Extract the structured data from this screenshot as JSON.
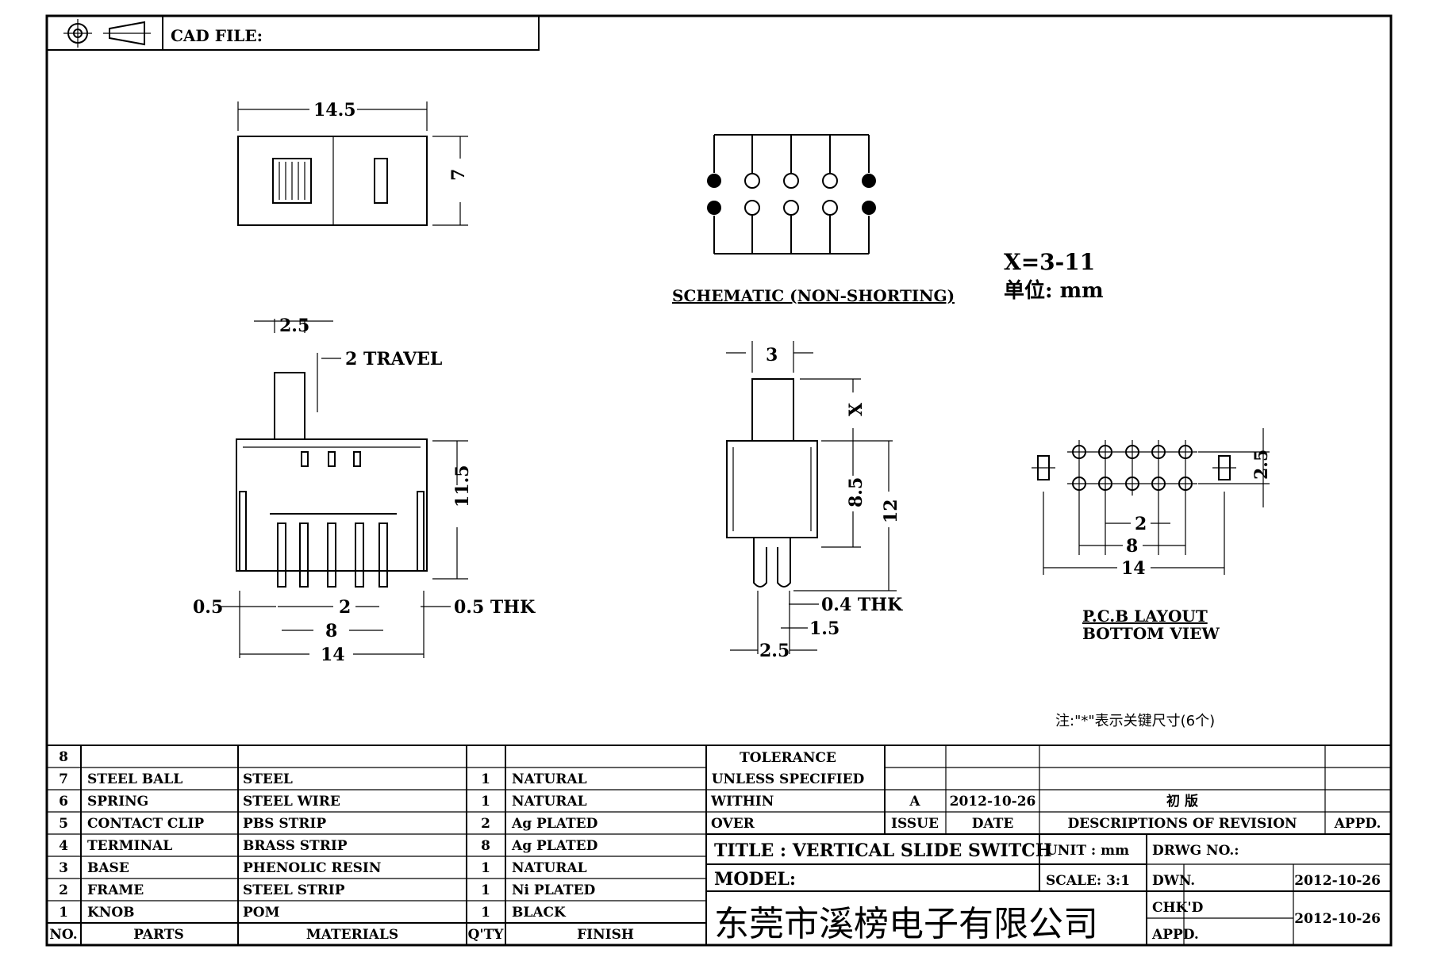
{
  "header": {
    "cad_file_label": "CAD FILE:"
  },
  "top_view": {
    "width": "14.5",
    "height": "7"
  },
  "schematic": {
    "label": "SCHEMATIC (NON-SHORTING)"
  },
  "notes": {
    "x_range": "X=3-11",
    "unit": "单位: mm",
    "critical": "注:\"*\"表示关键尺寸(6个)"
  },
  "front_view": {
    "pitch": "2.5",
    "travel": "2 TRAVEL",
    "height": "11.5",
    "left": "0.5",
    "thk": "0.5 THK",
    "pin_pitch": "2",
    "span8": "8",
    "span14": "14"
  },
  "side_view": {
    "width": "3",
    "x": "X",
    "body": "8.5",
    "total": "12",
    "thk": "0.4 THK",
    "d15": "1.5",
    "d25": "2.5"
  },
  "pcb": {
    "row_pitch": "2.5",
    "pitch": "2",
    "span8": "8",
    "span14": "14",
    "label1": "P.C.B LAYOUT",
    "label2": "BOTTOM VIEW"
  },
  "bom": {
    "headers": {
      "no": "NO.",
      "parts": "PARTS",
      "materials": "MATERIALS",
      "qty": "Q'TY",
      "finish": "FINISH"
    },
    "rows": [
      {
        "no": "8",
        "part": "",
        "material": "",
        "qty": "",
        "finish": ""
      },
      {
        "no": "7",
        "part": "STEEL BALL",
        "material": "STEEL",
        "qty": "1",
        "finish": "NATURAL"
      },
      {
        "no": "6",
        "part": "SPRING",
        "material": "STEEL WIRE",
        "qty": "1",
        "finish": "NATURAL"
      },
      {
        "no": "5",
        "part": "CONTACT CLIP",
        "material": "PBS STRIP",
        "qty": "2",
        "finish": "Ag PLATED"
      },
      {
        "no": "4",
        "part": "TERMINAL",
        "material": "BRASS STRIP",
        "qty": "8",
        "finish": "Ag PLATED"
      },
      {
        "no": "3",
        "part": "BASE",
        "material": "PHENOLIC RESIN",
        "qty": "1",
        "finish": "NATURAL"
      },
      {
        "no": "2",
        "part": "FRAME",
        "material": "STEEL STRIP",
        "qty": "1",
        "finish": "Ni PLATED"
      },
      {
        "no": "1",
        "part": "KNOB",
        "material": "POM",
        "qty": "1",
        "finish": "BLACK"
      }
    ]
  },
  "title_block": {
    "tolerance": "TOLERANCE",
    "unless": "UNLESS  SPECIFIED",
    "within": "WITHIN",
    "over": "OVER",
    "rev_letter": "A",
    "rev_date": "2012-10-26",
    "rev_desc": "初 版",
    "issue": "ISSUE",
    "date": "DATE",
    "desc": "DESCRIPTIONS OF REVISION",
    "appd": "APPD.",
    "title": "TITLE :  VERTICAL SLIDE SWITCH",
    "unit": "UNIT :  mm",
    "drwg": "DRWG NO.:",
    "model": "MODEL:",
    "scale": "SCALE:  3:1",
    "dwn": "DWN.",
    "dwn_date": "2012-10-26",
    "chkd": "CHK'D",
    "chk_date": "2012-10-26",
    "appd2": "APPD.",
    "company": "东莞市溪榜电子有限公司"
  }
}
